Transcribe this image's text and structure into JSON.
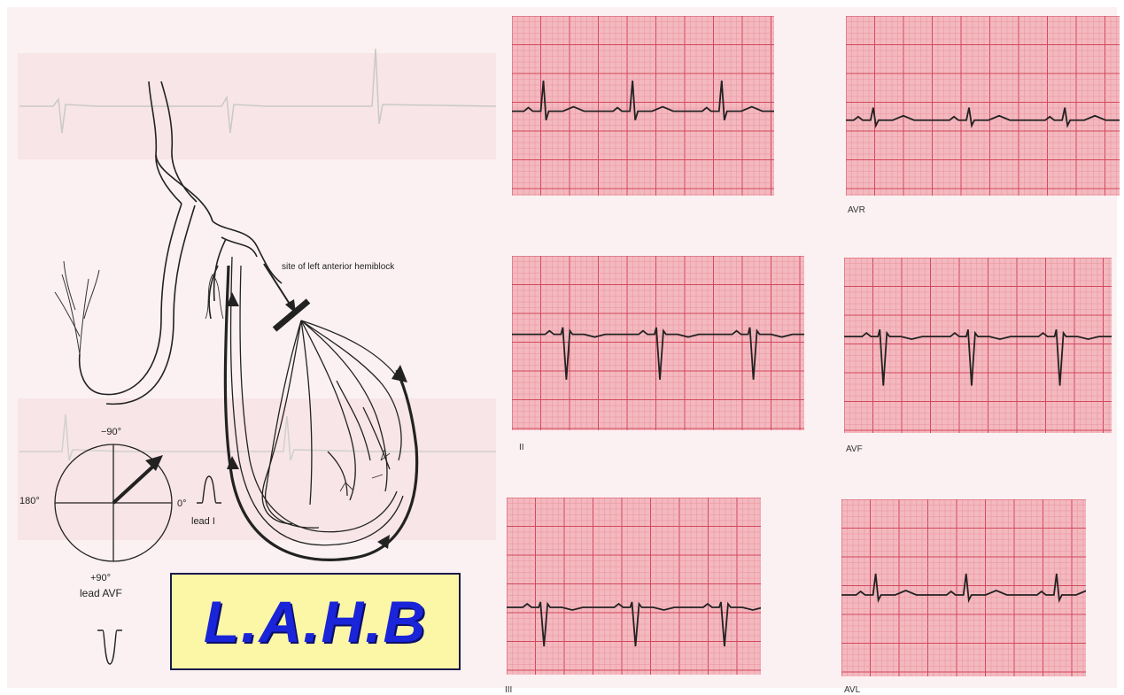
{
  "diagram": {
    "block_site_label": "site of left anterior hemiblock",
    "axis_top": "−90°",
    "axis_left": "180°",
    "axis_right": "0°",
    "axis_bottom": "+90°",
    "lead_i_label": "lead I",
    "lead_avf_label": "lead AVF"
  },
  "title": "L.A.H.B",
  "ecg_leads": [
    {
      "id": "I",
      "label": ""
    },
    {
      "id": "aVR",
      "label": "AVR"
    },
    {
      "id": "II",
      "label": "II"
    },
    {
      "id": "aVF",
      "label": "AVF"
    },
    {
      "id": "III",
      "label": "III"
    },
    {
      "id": "aVL",
      "label": "AVL"
    }
  ],
  "colors": {
    "grid_bg": "#f4b8bf",
    "grid_minor": "#e58a96",
    "grid_major": "#d2485c",
    "trace": "#222222",
    "title_bg": "#fbf7a6",
    "title_text": "#1a24d8"
  }
}
